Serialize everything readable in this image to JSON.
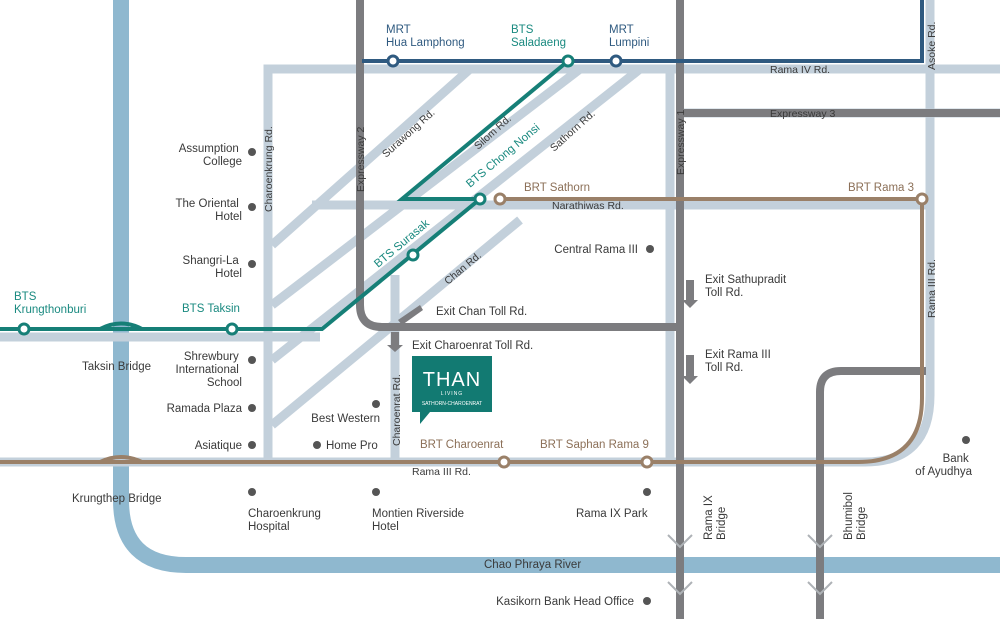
{
  "colors": {
    "river": "#8fb8cf",
    "road": "#c3d0db",
    "expressway": "#7c7c7f",
    "mrt": "#2f5a80",
    "bts": "#167f77",
    "brt": "#9a8068",
    "poi": "#555555",
    "logo_bg": "#127a72"
  },
  "stations": {
    "mrt_hua_lamphong": [
      "MRT",
      "Hua Lamphong"
    ],
    "bts_saladaeng": [
      "BTS",
      "Saladaeng"
    ],
    "mrt_lumpini": [
      "MRT",
      "Lumpini"
    ],
    "bts_krungthonburi": [
      "BTS",
      "Krungthonburi"
    ],
    "bts_taksin": "BTS Taksin",
    "bts_surasak": "BTS Surasak",
    "bts_chong_nonsi": "BTS Chong Nonsi",
    "brt_sathorn": "BRT Sathorn",
    "brt_rama3": "BRT Rama 3",
    "brt_charoenrat": "BRT Charoenrat",
    "brt_saphan_rama9": "BRT Saphan Rama 9"
  },
  "roads": {
    "rama4": "Rama IV Rd.",
    "asoke": "Asoke Rd.",
    "expressway3": "Expressway 3",
    "expressway1": "Expressway 1",
    "expressway2": "Expressway 2",
    "surawong": "Surawong Rd.",
    "silom": "Silom Rd.",
    "sathorn": "Sathorn Rd.",
    "charoenkrung": "Charoenkrung Rd.",
    "narathiwas": "Narathiwas Rd.",
    "chan": "Chan Rd.",
    "rama3": "Rama III Rd.",
    "charoenrat": "Charoenrat Rd.",
    "rama3_road": "Rama III Rd."
  },
  "exits": {
    "chan_toll": "Exit Chan Toll Rd.",
    "charoenrat_toll": "Exit Charoenrat Toll Rd.",
    "sathupradit_toll": [
      "Exit Sathupradit",
      "Toll Rd."
    ],
    "rama3_toll": [
      "Exit Rama III",
      "Toll Rd."
    ]
  },
  "places": {
    "assumption": [
      "Assumption",
      "College"
    ],
    "oriental": [
      "The Oriental",
      "Hotel"
    ],
    "shangrila": [
      "Shangri-La",
      "Hotel"
    ],
    "shrewsbury": [
      "Shrewbury",
      "International",
      "School"
    ],
    "ramada": "Ramada Plaza",
    "asiatique": "Asiatique",
    "best_western": "Best Western",
    "home_pro": "Home Pro",
    "central_rama3": "Central Rama III",
    "bank_ayudhya": [
      "Bank",
      "of Ayudhya"
    ],
    "charoenkrung_hospital": [
      "Charoenkrung",
      "Hospital"
    ],
    "montien": [
      "Montien Riverside",
      "Hotel"
    ],
    "rama9_park": "Rama IX Park",
    "kasikorn": "Kasikorn Bank Head Office"
  },
  "bridges": {
    "taksin": "Taksin Bridge",
    "krungthep": "Krungthep Bridge",
    "rama9": [
      "Rama IX",
      "Bridge"
    ],
    "bhumibol": [
      "Bhumibol",
      "Bridge"
    ]
  },
  "river": "Chao Phraya River",
  "logo": {
    "name": "THAN",
    "sub": "LIVING",
    "tagline": "SATHORN-CHAROENRAT"
  }
}
